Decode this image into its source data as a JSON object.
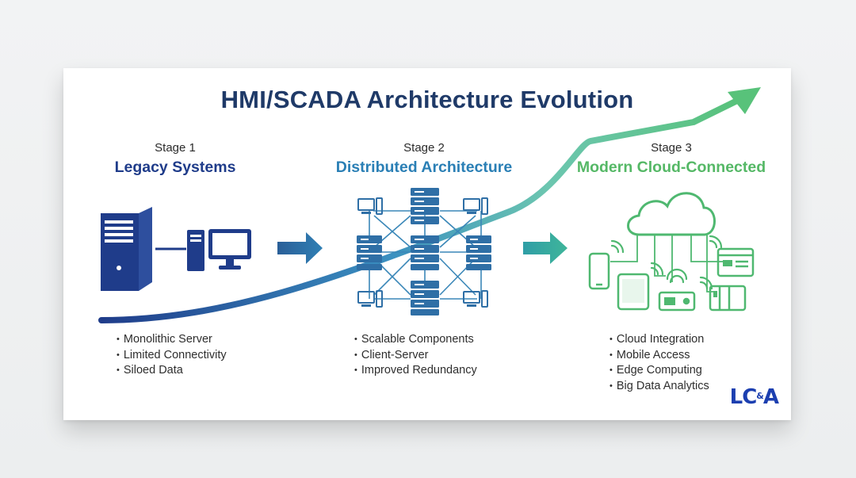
{
  "title": "HMI/SCADA Architecture Evolution",
  "stages": [
    {
      "number": "Stage 1",
      "name": "Legacy Systems",
      "color": "#1f3c8a",
      "bullets": [
        "Monolithic Server",
        "Limited Connectivity",
        "Siloed Data"
      ]
    },
    {
      "number": "Stage 2",
      "name": "Distributed Architecture",
      "color": "#2a7fb5",
      "bullets": [
        "Scalable Components",
        "Client-Server",
        "Improved Redundancy"
      ]
    },
    {
      "number": "Stage 3",
      "name": "Modern Cloud-Connected",
      "color": "#55b866",
      "bullets": [
        "Cloud Integration",
        "Mobile Access",
        "Edge Computing",
        "Big Data Analytics"
      ]
    }
  ],
  "logo": {
    "text_main": "LC",
    "text_amp": "&",
    "text_end": "A"
  },
  "colors": {
    "navy": "#1f3c8a",
    "teal": "#2c8fa8",
    "green": "#4fb870"
  }
}
